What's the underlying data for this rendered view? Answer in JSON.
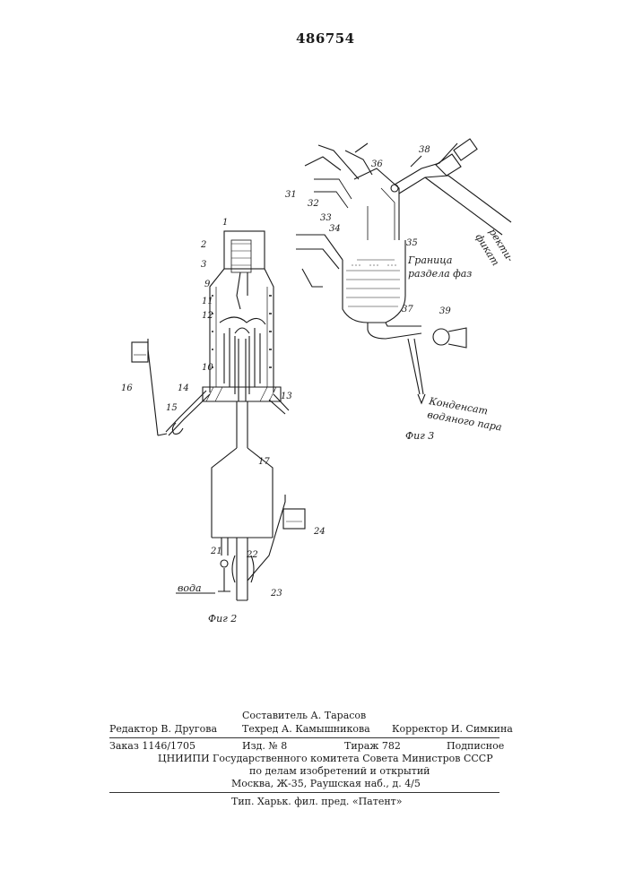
{
  "page_number": "486754",
  "figure2": {
    "caption": "Фиг 2",
    "water_label": "вода",
    "labels": [
      "1",
      "2",
      "3",
      "9",
      "11",
      "12",
      "10",
      "14",
      "15",
      "16",
      "13",
      "17",
      "21",
      "22",
      "23",
      "24"
    ]
  },
  "figure3": {
    "caption": "Фиг 3",
    "labels": [
      "31",
      "32",
      "33",
      "34",
      "35",
      "36",
      "38",
      "37",
      "39"
    ],
    "phase_boundary": [
      "Граница",
      "раздела фаз"
    ],
    "rectificate": [
      "ректи-",
      "фикат"
    ],
    "condensate": [
      "Конденсат",
      "водяного пара"
    ]
  },
  "imprint": {
    "compiler": "Составитель А. Тарасов",
    "editor": "Редактор В. Другова",
    "techred": "Техред А. Камышникова",
    "corrector": "Корректор И. Симкина",
    "order": "Заказ 1146/1705",
    "edition": "Изд. № 8",
    "print_run": "Тираж 782",
    "subscription": "Подписное",
    "institute": "ЦНИИПИ Государственного комитета Совета Министров СССР",
    "affairs": "по делам изобретений и открытий",
    "address": "Москва, Ж-35, Раушская наб., д. 4/5",
    "printer": "Тип. Харьк. фил. пред. «Патент»"
  }
}
